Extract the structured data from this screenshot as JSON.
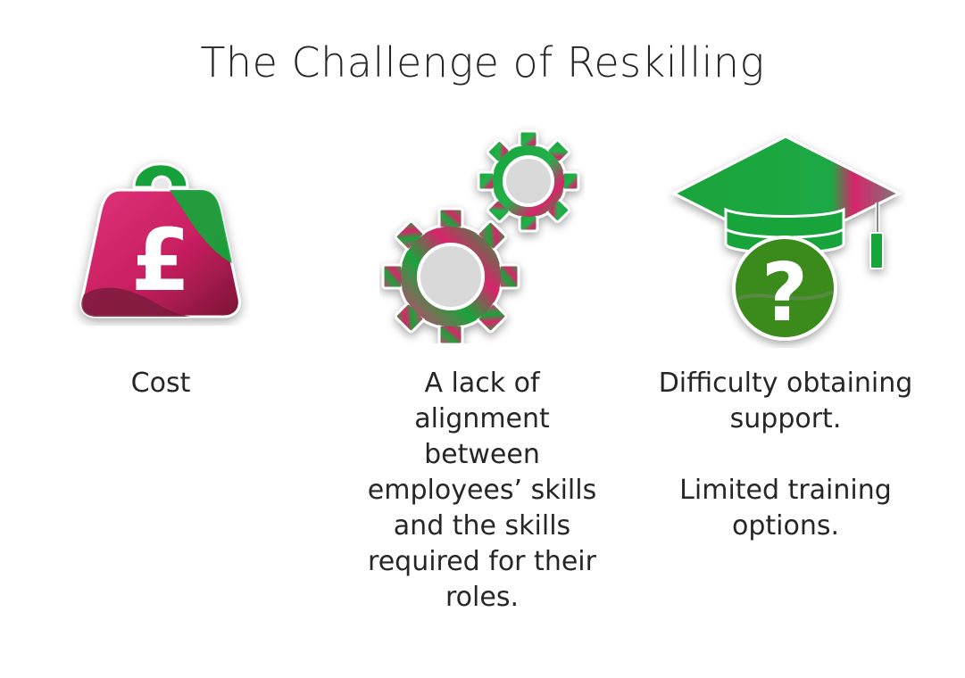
{
  "title": "The Challenge of Reskilling",
  "challenges": [
    {
      "icon": "pound-weight-icon",
      "lines": [
        "Cost"
      ]
    },
    {
      "icon": "gears-icon",
      "lines": [
        "A lack of alignment between employees’ skills and the skills required for their roles."
      ]
    },
    {
      "icon": "graduation-cap-question-icon",
      "lines": [
        "Difficulty obtaining support.",
        "Limited training options."
      ]
    }
  ],
  "colors": {
    "green": "#1a9e3a",
    "pink": "#d8246a",
    "dark_green": "#2f7f1f",
    "text": "#262626"
  }
}
